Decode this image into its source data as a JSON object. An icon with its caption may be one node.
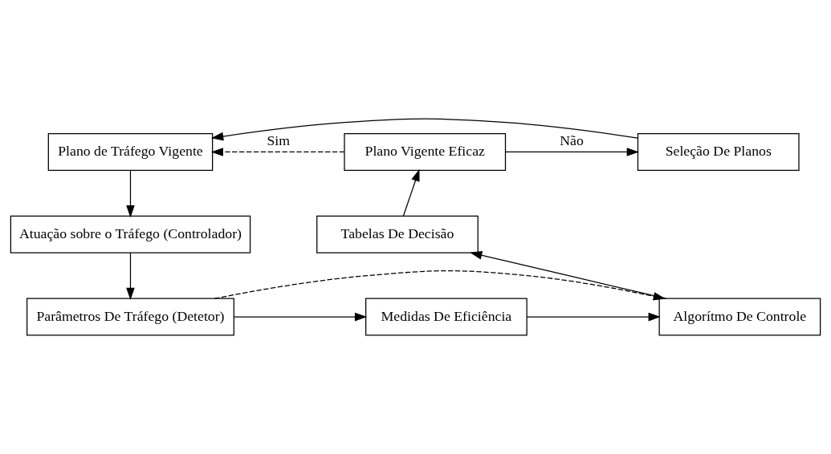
{
  "diagram": {
    "nodes": [
      {
        "text": [
          "Plano de Tráfego Vigente"
        ]
      },
      {
        "text": [
          "Seleção De Planos"
        ]
      },
      {
        "text": [
          "Plano Vigente Eficaz"
        ]
      },
      {
        "text": [
          "Atuação sobre o Tráfego (Controlador)"
        ]
      },
      {
        "text": [
          "Tabelas De Decisão"
        ]
      },
      {
        "text": [
          "Parâmetros De Tráfego (Detetor)"
        ]
      },
      {
        "text": [
          "Medidas De Eficiência"
        ]
      },
      {
        "text": [
          "Algorítmo De Controle"
        ]
      }
    ],
    "edges": [
      {
        "from": 0,
        "to": 3,
        "arrow": "to"
      },
      {
        "from": 3,
        "to": 5,
        "arrow": "to"
      },
      {
        "from": 5,
        "to": 6,
        "arrow": "to"
      },
      {
        "from": 6,
        "to": 7,
        "arrow": "to"
      },
      {
        "from": 5,
        "to": 7,
        "arrow": "to",
        "style": "dashed"
      },
      {
        "from": 7,
        "to": 4,
        "arrow": "to"
      },
      {
        "from": 4,
        "to": 2,
        "arrow": "to"
      },
      {
        "from": 2,
        "to": 1,
        "arrow": "to",
        "label": "Não"
      },
      {
        "from": 1,
        "to": 0,
        "arrow": "to"
      },
      {
        "from": 2,
        "to": 0,
        "arrow": "to",
        "label": "Sim",
        "style": "dashed"
      }
    ]
  }
}
